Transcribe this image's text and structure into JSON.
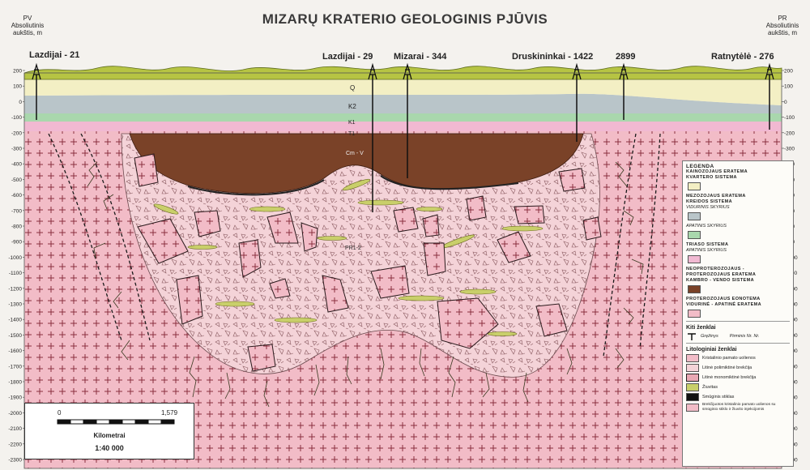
{
  "title": "MIZARŲ KRATERIO GEOLOGINIS PJŪVIS",
  "left_axis": {
    "direction": "PV",
    "line1": "Absoliutinis",
    "line2": "aukštis, m"
  },
  "right_axis": {
    "direction": "PR",
    "line1": "Absoliutinis",
    "line2": "aukštis, m"
  },
  "elevation_ticks": [
    "200",
    "100",
    "0",
    "-100",
    "-200",
    "-300",
    "-400",
    "-500",
    "-600",
    "-700",
    "-800",
    "-900",
    "-1000",
    "-1100",
    "-1200",
    "-1300",
    "-1400",
    "-1500",
    "-1600",
    "-1700",
    "-1800",
    "-1900",
    "-2000",
    "-2100",
    "-2200",
    "-2300"
  ],
  "well_labels": {
    "lazdijai21": "Lazdijai - 21",
    "lazdijai29": "Lazdijai - 29",
    "mizarai344": "Mizarai - 344",
    "druskininkai1422": "Druskininkai - 1422",
    "w2899": "2899",
    "ratnytele276": "Ratnytėlė - 276"
  },
  "layer_labels": {
    "q": "Q",
    "k2": "K2",
    "k1": "K1",
    "t1": "T1",
    "cmv": "Cm - V",
    "pr": "PR1-2"
  },
  "legend": {
    "title": "LEGENDA",
    "kaino_head": "KAINOZOJAUS ERATEMA",
    "kaino_sub": "KVARTERO SISTEMA",
    "mezo_head": "MEZOZOJAUS ERATEMA",
    "mezo_sub": "KREIDOS SISTEMA",
    "vidurinis": "VIDURINIS SKYRIUS",
    "apatinis1": "APATINIS SKYRIUS",
    "triaso": "TRIASO SISTEMA",
    "apatinis2": "APATINIS SKYRIUS",
    "neo_head1": "NEOPROTEROZOJAUS -",
    "neo_head2": "PROTEROZOJAUS ERATEMA",
    "neo_sub": "KAMBRO - VENDO SISTEMA",
    "prot_head": "PROTEROZOJAUS EONOTEMA",
    "prot_sub": "VIDURINĖ - APATINĖ ERATEMA",
    "kiti_title": "Kiti ženklai",
    "well_sym": "Gręžinys",
    "well_num": "Pirminis Nr.   Nr.",
    "lito_title": "Litologiniai ženklai",
    "lito1": "Kristalinio pamato uolienos",
    "lito2": "Litinė polimiktinė brekčija",
    "lito3": "Litinė monomiktinė brekčija",
    "lito4": "Žiuvitas",
    "lito5": "Smūginis stiklas",
    "lito6": "Brekčijuotos kristalinio pamato uolienos su smūginio stiklo ir žiuvito injekcijomis"
  },
  "scale": {
    "zero": "0",
    "max": "1,579",
    "unit": "Kilometrai",
    "ratio": "1:40 000"
  },
  "colors": {
    "quaternary": "#f3efc4",
    "k2": "#b9c5c9",
    "k1": "#a9d7ad",
    "t1": "#f1b9d2",
    "cambrian": "#7a4228",
    "basement": "#f2bcc7",
    "breccia": "#f5d6da",
    "suevite": "#c9cf6a",
    "fault": "#1a1a1a"
  }
}
